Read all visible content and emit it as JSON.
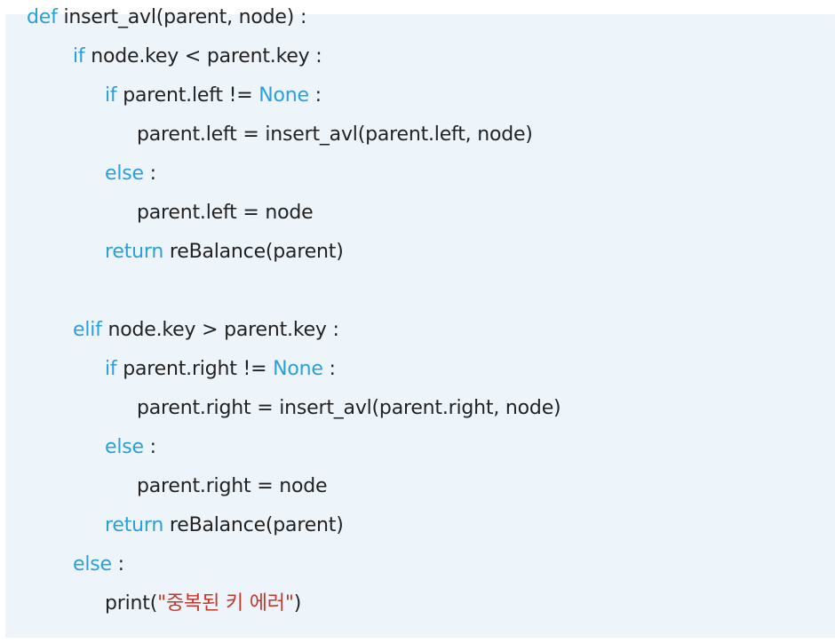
{
  "colors": {
    "background": "#edf5fb",
    "keyword": "#2a9fd8",
    "text": "#222222",
    "string": "#c0392b"
  },
  "code": {
    "lines": [
      [
        {
          "t": "def",
          "k": "kw"
        },
        {
          "t": " insert_avl(parent, node) :",
          "k": "plain"
        }
      ],
      [
        {
          "t": "if",
          "k": "kw"
        },
        {
          "t": " node.key < parent.key :",
          "k": "plain"
        }
      ],
      [
        {
          "t": "if",
          "k": "kw"
        },
        {
          "t": " parent.left != ",
          "k": "plain"
        },
        {
          "t": "None",
          "k": "kw"
        },
        {
          "t": " :",
          "k": "plain"
        }
      ],
      [
        {
          "t": "parent.left = insert_avl(parent.left, node)",
          "k": "plain"
        }
      ],
      [
        {
          "t": "else",
          "k": "kw"
        },
        {
          "t": " :",
          "k": "plain"
        }
      ],
      [
        {
          "t": "parent.left = node",
          "k": "plain"
        }
      ],
      [
        {
          "t": "return",
          "k": "kw"
        },
        {
          "t": " reBalance(parent)",
          "k": "plain"
        }
      ],
      [],
      [
        {
          "t": "elif",
          "k": "kw"
        },
        {
          "t": " node.key > parent.key :",
          "k": "plain"
        }
      ],
      [
        {
          "t": "if",
          "k": "kw"
        },
        {
          "t": " parent.right != ",
          "k": "plain"
        },
        {
          "t": "None",
          "k": "kw"
        },
        {
          "t": " :",
          "k": "plain"
        }
      ],
      [
        {
          "t": "parent.right = insert_avl(parent.right, node)",
          "k": "plain"
        }
      ],
      [
        {
          "t": "else",
          "k": "kw"
        },
        {
          "t": " :",
          "k": "plain"
        }
      ],
      [
        {
          "t": "parent.right = node",
          "k": "plain"
        }
      ],
      [
        {
          "t": "return",
          "k": "kw"
        },
        {
          "t": " reBalance(parent)",
          "k": "plain"
        }
      ],
      [
        {
          "t": "else",
          "k": "kw"
        },
        {
          "t": " :",
          "k": "plain"
        }
      ],
      [
        {
          "t": "print(",
          "k": "plain"
        },
        {
          "t": "\"중복된 키 에러\"",
          "k": "str"
        },
        {
          "t": ")",
          "k": "plain"
        }
      ]
    ]
  }
}
